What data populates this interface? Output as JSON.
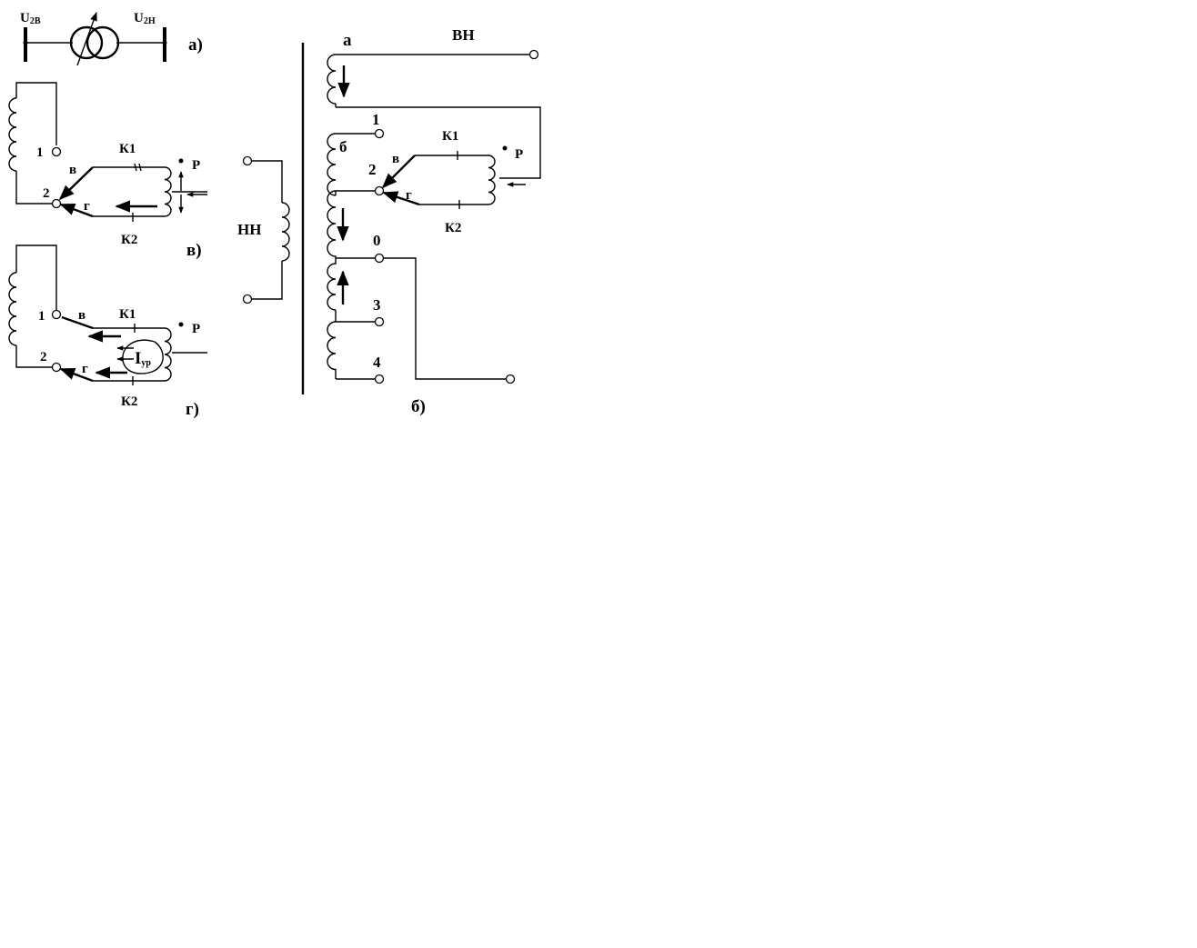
{
  "panels": {
    "a": {
      "caption": "а)",
      "left_voltage": {
        "main": "U",
        "sub": "2В"
      },
      "right_voltage": {
        "main": "U",
        "sub": "2Н"
      }
    },
    "v": {
      "caption": "в)",
      "tap_1": "1",
      "tap_2": "2",
      "contact_v": "в",
      "contact_g": "г",
      "contactor_k1": "К1",
      "contactor_k2": "К2",
      "reactor": "Р"
    },
    "g": {
      "caption": "г)",
      "tap_1": "1",
      "tap_2": "2",
      "contact_v": "в",
      "contact_g": "г",
      "contactor_k1": "К1",
      "contactor_k2": "К2",
      "reactor": "Р",
      "circulating_current": {
        "main": "I",
        "sub": "ур"
      }
    },
    "b": {
      "caption": "б)",
      "hv_winding": "ВН",
      "lv_winding": "НН",
      "section_a": "а",
      "section_b": "б",
      "tap_1": "1",
      "tap_2": "2",
      "tap_0": "0",
      "tap_3": "3",
      "tap_4": "4",
      "contact_v": "в",
      "contact_g": "г",
      "contactor_k1": "К1",
      "contactor_k2": "К2",
      "reactor": "Р"
    }
  }
}
